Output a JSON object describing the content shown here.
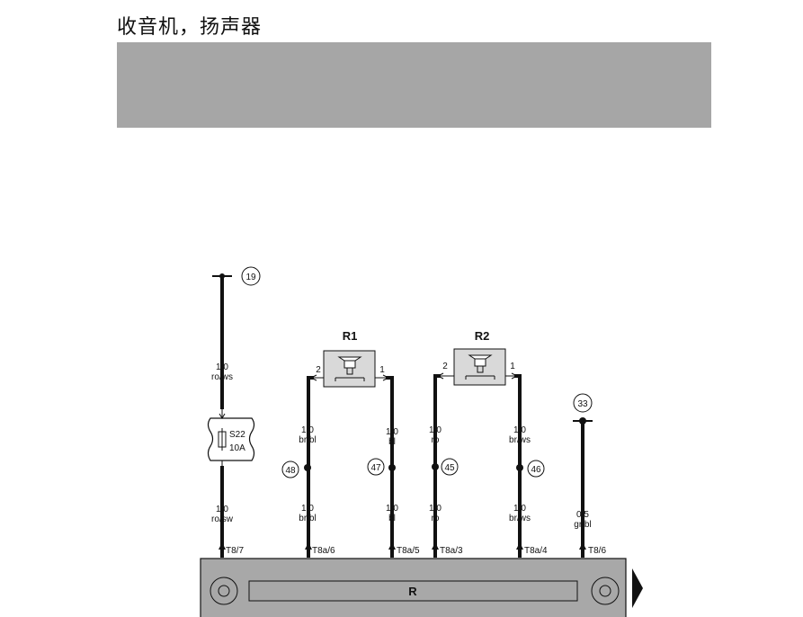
{
  "title": "收音机，扬声器",
  "components": {
    "R1": "R1",
    "R2": "R2",
    "radio": "R",
    "fuse_id": "S22",
    "fuse_rating": "10A"
  },
  "pins": {
    "r1_left": "2",
    "r1_right": "1",
    "r2_left": "2",
    "r2_right": "1"
  },
  "refs": {
    "top_19": "19",
    "top_33": "33"
  },
  "junctions": {
    "j48": "48",
    "j47": "47",
    "j45": "45",
    "j46": "46"
  },
  "wires": {
    "w_fuse_top_size": "1.0",
    "w_fuse_top_color": "ro/ws",
    "w_fuse_bot_size": "1.0",
    "w_fuse_bot_color": "ro/sw",
    "w_48_top_size": "1.0",
    "w_48_top_color": "br/bl",
    "w_48_bot_size": "1.0",
    "w_48_bot_color": "br/bl",
    "w_47_top_size": "1.0",
    "w_47_top_color": "bl",
    "w_47_bot_size": "1.0",
    "w_47_bot_color": "bl",
    "w_45_top_size": "1.0",
    "w_45_top_color": "ro",
    "w_45_bot_size": "1.0",
    "w_45_bot_color": "ro",
    "w_46_top_size": "1.0",
    "w_46_top_color": "br/ws",
    "w_46_bot_size": "1.0",
    "w_46_bot_color": "br/ws",
    "w_33_size": "0.5",
    "w_33_color": "gr/bl"
  },
  "connectors": {
    "c1": "T8/7",
    "c2": "T8a/6",
    "c3": "T8a/5",
    "c4": "T8a/3",
    "c5": "T8a/4",
    "c6": "T8/6"
  }
}
